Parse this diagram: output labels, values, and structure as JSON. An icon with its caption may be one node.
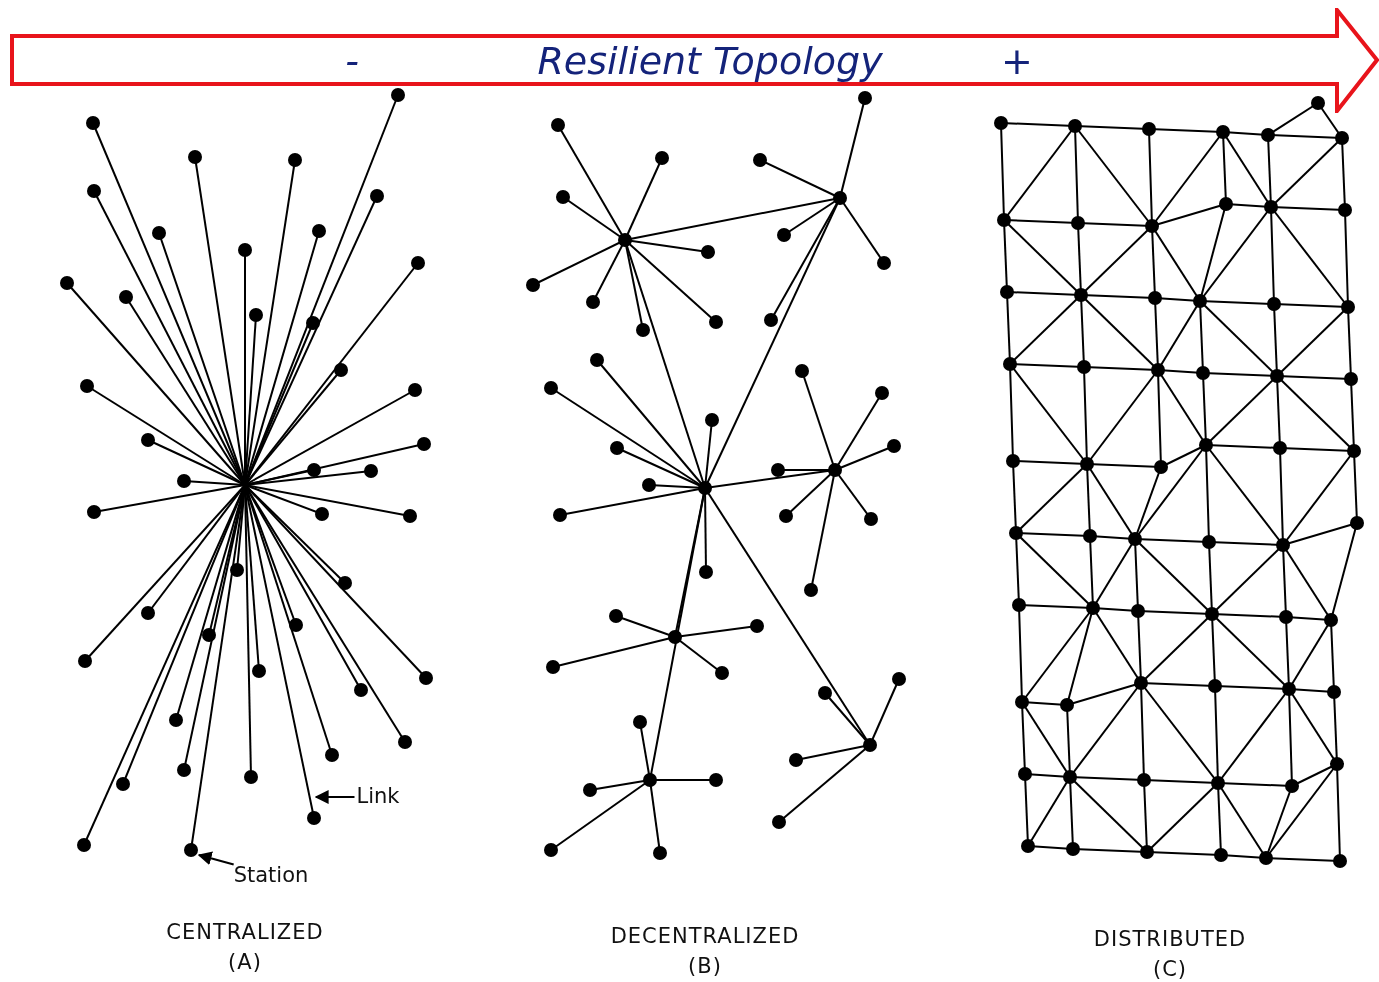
{
  "diagram": {
    "nodes": [
      {
        "text": [
          "-",
          "Resilient Topology",
          "+"
        ]
      },
      {
        "text": [
          "Link"
        ]
      },
      {
        "text": [
          "Station"
        ]
      }
    ],
    "edges": [
      {
        "from": 1,
        "to": null,
        "arrow": "to"
      },
      {
        "from": 2,
        "to": null,
        "arrow": "to"
      }
    ],
    "labels": [
      "CENTRALIZED",
      "(A)",
      "DECENTRALIZED",
      "(B)",
      "DISTRIBUTED",
      "(C)"
    ]
  }
}
